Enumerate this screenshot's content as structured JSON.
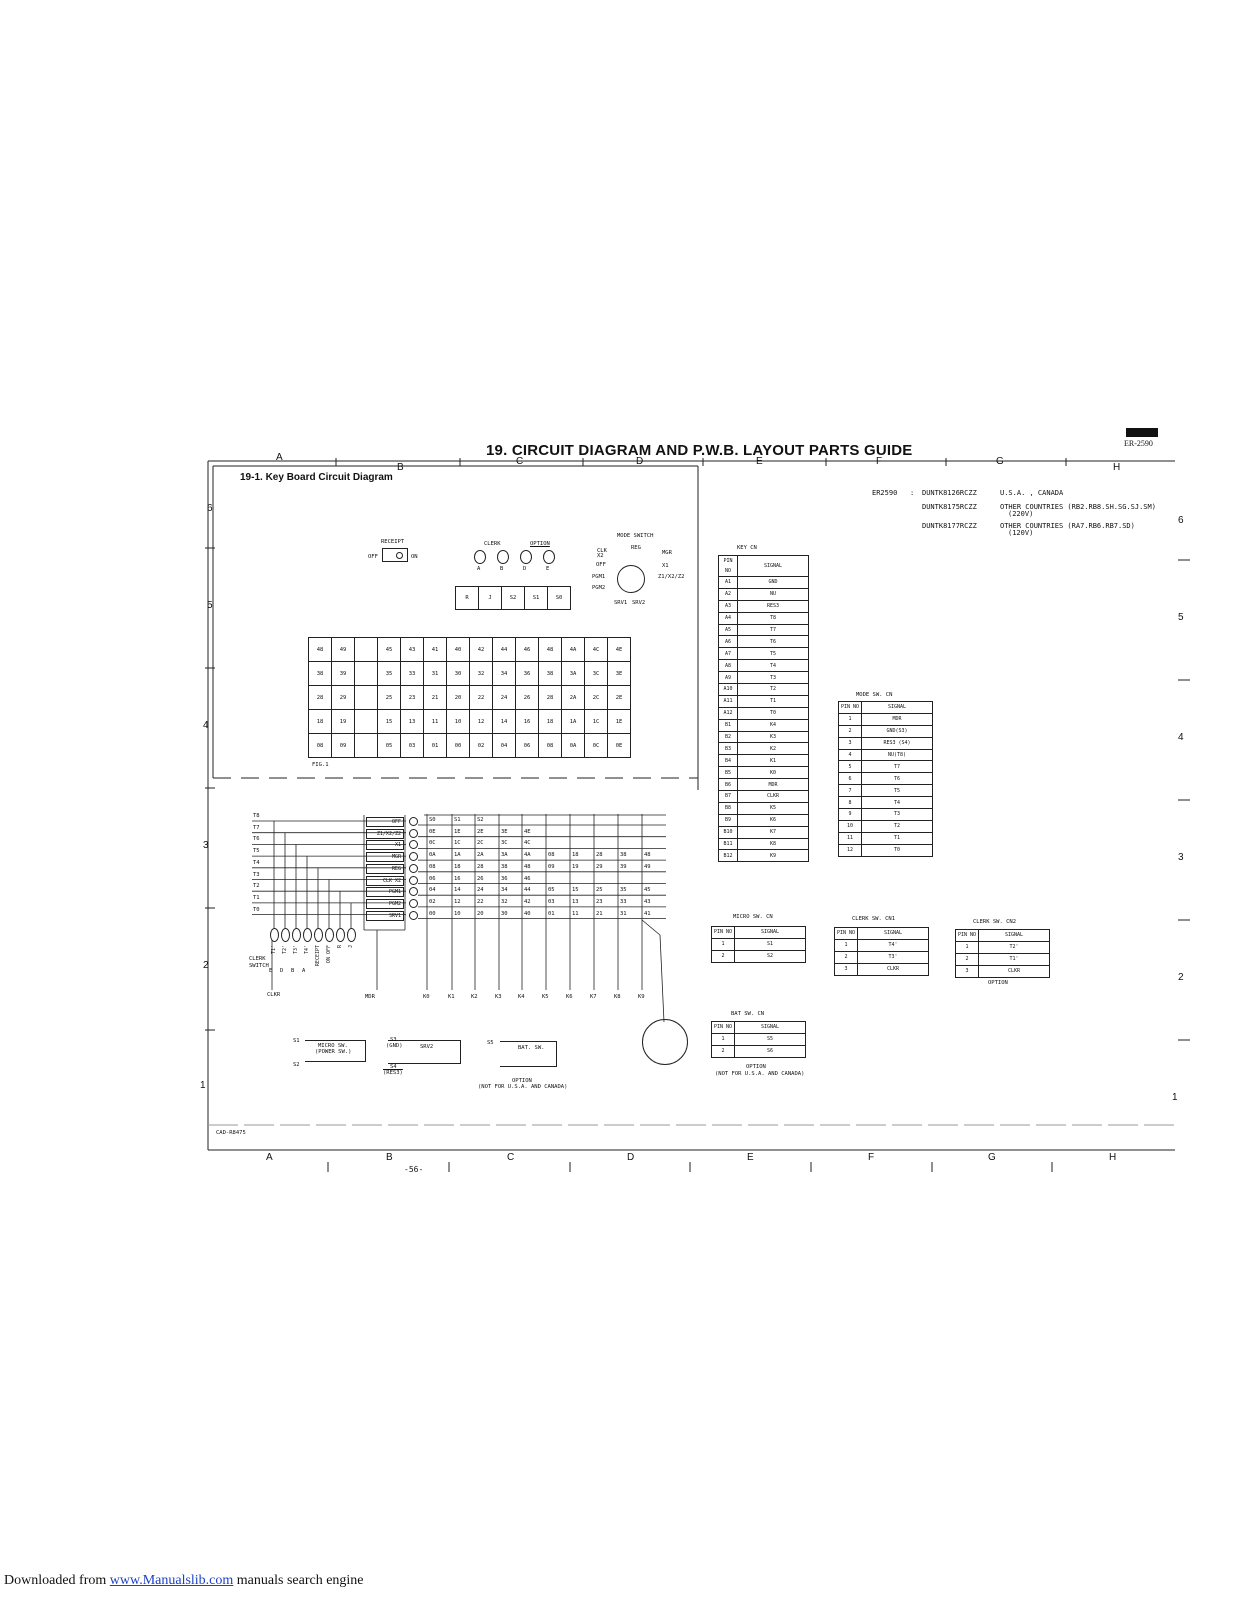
{
  "header": {
    "model_badge": "ER-2590",
    "title": "19. CIRCUIT DIAGRAM AND P.W.B. LAYOUT PARTS GUIDE",
    "subtitle": "19-1. Key Board Circuit Diagram",
    "page_number": "-56-",
    "drawing_code": "CAD-R8475"
  },
  "grid_letters": [
    "A",
    "B",
    "C",
    "D",
    "E",
    "F",
    "G",
    "H"
  ],
  "grid_numbers_left": [
    "6",
    "5",
    "4",
    "3",
    "2",
    "1"
  ],
  "grid_numbers_right": [
    "6",
    "5",
    "4",
    "3",
    "2",
    "1"
  ],
  "model_info": {
    "model": "ER2590",
    "entries": [
      {
        "code": "DUNTK8126RCZZ",
        "region": "U.S.A. , CANADA",
        "note": ""
      },
      {
        "code": "DUNTK8175RCZZ",
        "region": "OTHER COUNTRIES (RB2.RB8.SH.SG.SJ.SM)",
        "note": "(220V)"
      },
      {
        "code": "DUNTK8177RCZZ",
        "region": "OTHER COUNTRIES (RA7.RB6.RB7.SD)",
        "note": "(120V)"
      }
    ]
  },
  "top_controls": {
    "receipt": "RECEIPT",
    "off": "OFF",
    "on": "ON",
    "clerk": "CLERK",
    "option": "OPTION",
    "clerk_keys": [
      "A",
      "B",
      "D",
      "E"
    ],
    "mode_switch": "MODE SWITCH",
    "mode_positions": [
      "CLK",
      "X2",
      "REG",
      "MGR",
      "OFF",
      "X1",
      "PGM1",
      "Z1/X2/Z2",
      "PGM2",
      "SRV1",
      "SRV2"
    ],
    "small_keys": [
      "R",
      "J",
      "S2",
      "S1",
      "S0"
    ],
    "fig": "FIG.1"
  },
  "key_matrix": [
    [
      "48",
      "49",
      "",
      "45",
      "43",
      "41",
      "40",
      "42",
      "44",
      "46",
      "48",
      "4A",
      "4C",
      "4E"
    ],
    [
      "38",
      "39",
      "",
      "35",
      "33",
      "31",
      "30",
      "32",
      "34",
      "36",
      "38",
      "3A",
      "3C",
      "3E"
    ],
    [
      "28",
      "29",
      "",
      "25",
      "23",
      "21",
      "20",
      "22",
      "24",
      "26",
      "28",
      "2A",
      "2C",
      "2E"
    ],
    [
      "18",
      "19",
      "",
      "15",
      "13",
      "11",
      "10",
      "12",
      "14",
      "16",
      "18",
      "1A",
      "1C",
      "1E"
    ],
    [
      "08",
      "09",
      "",
      "05",
      "03",
      "01",
      "00",
      "02",
      "04",
      "06",
      "08",
      "0A",
      "0C",
      "0E"
    ]
  ],
  "key_cn": {
    "title": "KEY CN",
    "headers": [
      "PIN NO",
      "SIGNAL"
    ],
    "rows": [
      [
        "A1",
        "GND"
      ],
      [
        "A2",
        "NU"
      ],
      [
        "A3",
        "RES3"
      ],
      [
        "A4",
        "T8"
      ],
      [
        "A5",
        "T7"
      ],
      [
        "A6",
        "T6"
      ],
      [
        "A7",
        "T5"
      ],
      [
        "A8",
        "T4"
      ],
      [
        "A9",
        "T3"
      ],
      [
        "A10",
        "T2"
      ],
      [
        "A11",
        "T1"
      ],
      [
        "A12",
        "T0"
      ],
      [
        "B1",
        "K4"
      ],
      [
        "B2",
        "K3"
      ],
      [
        "B3",
        "K2"
      ],
      [
        "B4",
        "K1"
      ],
      [
        "B5",
        "K0"
      ],
      [
        "B6",
        "MDR"
      ],
      [
        "B7",
        "CLKR"
      ],
      [
        "B8",
        "K5"
      ],
      [
        "B9",
        "K6"
      ],
      [
        "B10",
        "K7"
      ],
      [
        "B11",
        "K8"
      ],
      [
        "B12",
        "K9"
      ]
    ]
  },
  "mode_sw_cn": {
    "title": "MODE SW. CN",
    "headers": [
      "PIN NO",
      "SIGNAL"
    ],
    "rows": [
      [
        "1",
        "MDR"
      ],
      [
        "2",
        "GND(S3)"
      ],
      [
        "3",
        "RES3 (S4)"
      ],
      [
        "4",
        "NU(T8)"
      ],
      [
        "5",
        "T7"
      ],
      [
        "6",
        "T6"
      ],
      [
        "7",
        "T5"
      ],
      [
        "8",
        "T4"
      ],
      [
        "9",
        "T3"
      ],
      [
        "10",
        "T2"
      ],
      [
        "11",
        "T1"
      ],
      [
        "12",
        "T0"
      ]
    ]
  },
  "micro_sw_cn": {
    "title": "MICRO SW. CN",
    "headers": [
      "PIN NO",
      "SIGNAL"
    ],
    "rows": [
      [
        "1",
        "S1"
      ],
      [
        "2",
        "S2"
      ]
    ]
  },
  "clerk_sw_cn1": {
    "title": "CLERK SW. CN1",
    "headers": [
      "PIN NO",
      "SIGNAL"
    ],
    "rows": [
      [
        "1",
        "T4'"
      ],
      [
        "2",
        "T3'"
      ],
      [
        "3",
        "CLKR"
      ]
    ]
  },
  "clerk_sw_cn2": {
    "title": "CLERK SW. CN2",
    "headers": [
      "PIN NO",
      "SIGNAL"
    ],
    "rows": [
      [
        "1",
        "T2'"
      ],
      [
        "2",
        "T1'"
      ],
      [
        "3",
        "CLKR"
      ]
    ],
    "caption": "OPTION"
  },
  "bat_sw_cn": {
    "title": "BAT SW. CN",
    "headers": [
      "PIN NO",
      "SIGNAL"
    ],
    "rows": [
      [
        "1",
        "S5"
      ],
      [
        "2",
        "S6"
      ]
    ],
    "caption": "OPTION",
    "caption2": "(NOT FOR U.S.A. AND CANADA)"
  },
  "circuit": {
    "t_lines": [
      "T8",
      "T7",
      "T6",
      "T5",
      "T4",
      "T3",
      "T2",
      "T1",
      "T0"
    ],
    "mode_labels": [
      "OFF",
      "Z1/X2/Z2",
      "X1",
      "MGR",
      "REG",
      "CLK X2",
      "PGM1",
      "PGM2",
      "SRV1"
    ],
    "k_labels": [
      "K0",
      "K1",
      "K2",
      "K3",
      "K4",
      "K5",
      "K6",
      "K7",
      "K8",
      "K9"
    ],
    "matrix_rows": [
      [
        "S0",
        "S1",
        "S2",
        "",
        "",
        "",
        "",
        "",
        "",
        ""
      ],
      [
        "0E",
        "1E",
        "2E",
        "3E",
        "4E",
        "",
        "",
        "",
        "",
        ""
      ],
      [
        "0C",
        "1C",
        "2C",
        "3C",
        "4C",
        "",
        "",
        "",
        "",
        ""
      ],
      [
        "0A",
        "1A",
        "2A",
        "3A",
        "4A",
        "08",
        "18",
        "28",
        "38",
        "48"
      ],
      [
        "08",
        "18",
        "28",
        "38",
        "48",
        "09",
        "19",
        "29",
        "39",
        "49"
      ],
      [
        "06",
        "16",
        "26",
        "36",
        "46",
        "",
        "",
        "",
        "",
        ""
      ],
      [
        "04",
        "14",
        "24",
        "34",
        "44",
        "05",
        "15",
        "25",
        "35",
        "45"
      ],
      [
        "02",
        "12",
        "22",
        "32",
        "42",
        "03",
        "13",
        "23",
        "33",
        "43"
      ],
      [
        "00",
        "10",
        "20",
        "30",
        "40",
        "01",
        "11",
        "21",
        "31",
        "41"
      ]
    ],
    "clerk_switch": "CLERK SWITCH",
    "clerk_cols": [
      "E",
      "D",
      "B",
      "A"
    ],
    "side_labels": [
      "T1'",
      "T2'",
      "T3'",
      "T4'",
      "RECEIPT",
      "ON OFF",
      "R",
      "J"
    ],
    "clkr": "CLKR",
    "mdr": "MDR",
    "s1": "S1",
    "s2": "S2",
    "micro_sw": "MICRO SW.",
    "power_sw": "(POWER SW.)",
    "s3": "S3",
    "gnd": "(GND)",
    "srv2": "SRV2",
    "s4": "S4",
    "res3": "(RES3)",
    "s5": "S5",
    "bat_sw": "BAT. SW.",
    "option": "OPTION",
    "option_note": "(NOT FOR U.S.A. AND CANADA)"
  },
  "footer": {
    "prefix": "Downloaded from ",
    "link": "www.Manualslib.com",
    "suffix": " manuals search engine"
  }
}
